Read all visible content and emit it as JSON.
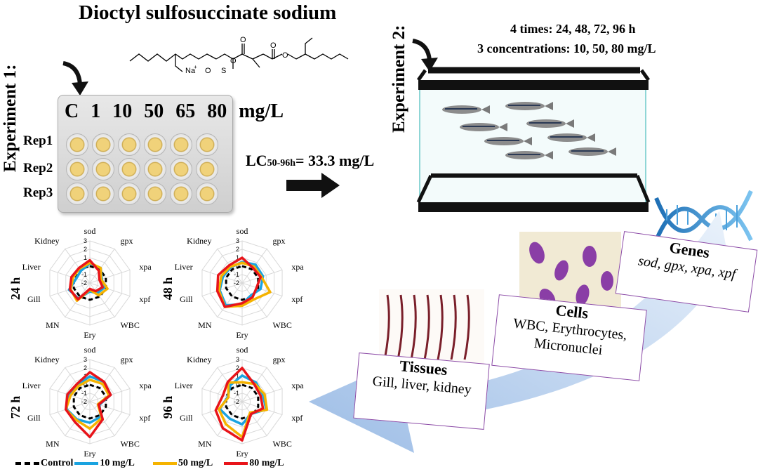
{
  "title": "Dioctyl sulfosuccinate sodium",
  "formula_text": {
    "na": "Na",
    "plus": "+",
    "o_minus": "O",
    "s": "S"
  },
  "experiment1": {
    "label": "Experiment 1:",
    "plate_columns": [
      "C",
      "1",
      "10",
      "50",
      "65",
      "80"
    ],
    "plate_unit": "mg/L",
    "rows": [
      "Rep1",
      "Rep2",
      "Rep3"
    ]
  },
  "lc": {
    "prefix": "LC",
    "sub": "50-96h",
    "value": "= 33.3 mg/L"
  },
  "experiment2": {
    "label": "Experiment 2:",
    "times": "4 times: 24, 48, 72, 96 h",
    "concentrations": "3 concentrations: 10, 50, 80 mg/L"
  },
  "boxes": {
    "genes": {
      "title": "Genes",
      "body": "sod, gpx, xpa, xpf"
    },
    "cells": {
      "title": "Cells",
      "body": "WBC, Erythrocytes, Micronuclei"
    },
    "tissues": {
      "title": "Tissues",
      "body": "Gill, liver, kidney"
    }
  },
  "colors": {
    "control": "#000000",
    "c10": "#1aa3e0",
    "c50": "#f5b300",
    "c80": "#e8141a",
    "arrow": "#9dbde6",
    "box_border": "#8b4aa6"
  },
  "chart_data": [
    {
      "type": "radar",
      "title": "24 h",
      "axes": [
        "sod",
        "gpx",
        "xpa",
        "xpf",
        "WBC",
        "Ery",
        "MN",
        "Gill",
        "Liver",
        "Kidney"
      ],
      "rlim": [
        -2,
        3
      ],
      "ticks": [
        "3",
        "2",
        "1",
        "0",
        "-1",
        "-2"
      ],
      "series": [
        {
          "name": "Control",
          "values": [
            0,
            0,
            0,
            0,
            0,
            0,
            0,
            0,
            0,
            0
          ]
        },
        {
          "name": "10 mg/L",
          "values": [
            0.3,
            0.2,
            -0.5,
            -0.2,
            -0.5,
            -1,
            0.3,
            0.6,
            -0.3,
            -0.2
          ]
        },
        {
          "name": "50 mg/L",
          "values": [
            0.4,
            0.2,
            -0.6,
            0.2,
            -0.2,
            -1.2,
            0.6,
            0.4,
            0.1,
            0.1
          ]
        },
        {
          "name": "80 mg/L",
          "values": [
            0.7,
            -0.2,
            -0.8,
            -0.4,
            -0.8,
            -1.3,
            0.4,
            0.5,
            0.3,
            0.2
          ]
        }
      ]
    },
    {
      "type": "radar",
      "title": "48 h",
      "axes": [
        "sod",
        "gpx",
        "xpa",
        "xpf",
        "WBC",
        "Ery",
        "MN",
        "Gill",
        "Liver",
        "Kidney"
      ],
      "rlim": [
        -2,
        3
      ],
      "ticks": [
        "3",
        "2",
        "1",
        "0",
        "-1",
        "-2"
      ],
      "series": [
        {
          "name": "Control",
          "values": [
            0,
            0,
            0,
            0,
            0,
            0,
            0,
            0,
            0,
            0
          ]
        },
        {
          "name": "10 mg/L",
          "values": [
            0.5,
            0.7,
            0.6,
            0.3,
            -0.2,
            0.5,
            1.3,
            0.8,
            0.4,
            0.3
          ]
        },
        {
          "name": "50 mg/L",
          "values": [
            0.4,
            0.4,
            0.4,
            1.5,
            0.4,
            0.7,
            1.5,
            0.9,
            0.6,
            0.4
          ]
        },
        {
          "name": "80 mg/L",
          "values": [
            1.0,
            0.2,
            0.3,
            -0.2,
            0.1,
            0.4,
            1.5,
            1.1,
            1.0,
            0.6
          ]
        }
      ]
    },
    {
      "type": "radar",
      "title": "72 h",
      "axes": [
        "sod",
        "gpx",
        "xpa",
        "xpf",
        "WBC",
        "Ery",
        "MN",
        "Gill",
        "Liver",
        "Kidney"
      ],
      "rlim": [
        -2,
        3
      ],
      "ticks": [
        "3",
        "2",
        "1",
        "0",
        "-1",
        "-2"
      ],
      "series": [
        {
          "name": "Control",
          "values": [
            0,
            0,
            0,
            0,
            0,
            0,
            0,
            0,
            0,
            0
          ]
        },
        {
          "name": "10 mg/L",
          "values": [
            1.0,
            0.9,
            0.6,
            -0.8,
            0.2,
            0.5,
            0.6,
            0.9,
            0.7,
            0.5
          ]
        },
        {
          "name": "50 mg/L",
          "values": [
            0.6,
            0.6,
            0.4,
            -1.0,
            0.4,
            1.2,
            0.7,
            1.0,
            0.4,
            0.3
          ]
        },
        {
          "name": "80 mg/L",
          "values": [
            1.5,
            0.9,
            0.6,
            -0.9,
            0.6,
            2.2,
            1.0,
            1.0,
            0.8,
            0.6
          ]
        }
      ]
    },
    {
      "type": "radar",
      "title": "96 h",
      "axes": [
        "sod",
        "gpx",
        "xpa",
        "xpf",
        "WBC",
        "Ery",
        "MN",
        "Gill",
        "Liver",
        "Kidney"
      ],
      "rlim": [
        -2,
        3
      ],
      "ticks": [
        "3",
        "2",
        "1",
        "0",
        "-1",
        "-2"
      ],
      "series": [
        {
          "name": "Control",
          "values": [
            0,
            0,
            0,
            0,
            0,
            0,
            0,
            0,
            0,
            0
          ]
        },
        {
          "name": "10 mg/L",
          "values": [
            1.1,
            0.8,
            0.6,
            1.0,
            -0.2,
            0.7,
            0.5,
            0.8,
            -0.2,
            0.4
          ]
        },
        {
          "name": "50 mg/L",
          "values": [
            0.3,
            0.6,
            0.8,
            1.1,
            -0.4,
            2.2,
            1.3,
            0.9,
            -0.3,
            0.8
          ]
        },
        {
          "name": "80 mg/L",
          "values": [
            2.0,
            0.5,
            0.3,
            0.6,
            -0.2,
            2.6,
            1.9,
            1.3,
            0.4,
            0.9
          ]
        }
      ]
    }
  ],
  "legend": [
    "Control",
    "10 mg/L",
    "50 mg/L",
    "80 mg/L"
  ]
}
